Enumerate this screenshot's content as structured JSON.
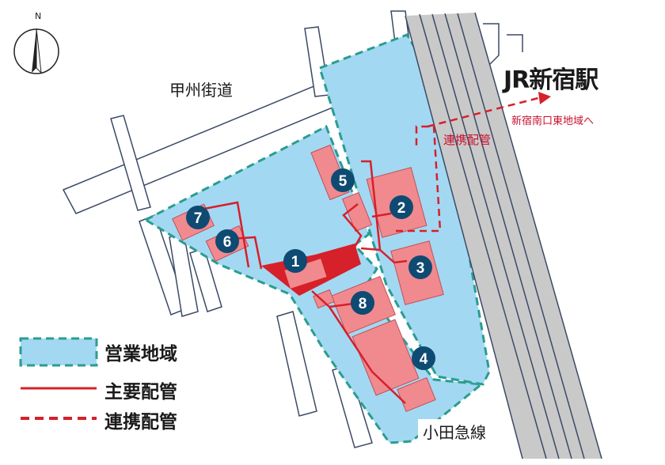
{
  "compass": {
    "letter": "N",
    "icon": "north-arrow-icon"
  },
  "labels": {
    "station": "JR新宿駅",
    "road": "甲州街道",
    "link_destination": "新宿南口東地域へ",
    "link_area": "連携配管",
    "railway": "小田急線"
  },
  "buildings": [
    "1",
    "2",
    "3",
    "4",
    "5",
    "6",
    "7",
    "8"
  ],
  "legend": [
    {
      "label": "営業地域",
      "kind": "service-area"
    },
    {
      "label": "主要配管",
      "kind": "main-pipe"
    },
    {
      "label": "連携配管",
      "kind": "link-pipe"
    }
  ],
  "colors": {
    "area_fill": "#a3d8f2",
    "area_border": "#2a9d8f",
    "pipe": "#d6202a",
    "building": "#f08a8e",
    "marker": "#0f4a72",
    "rail": "#c9c9c9"
  }
}
